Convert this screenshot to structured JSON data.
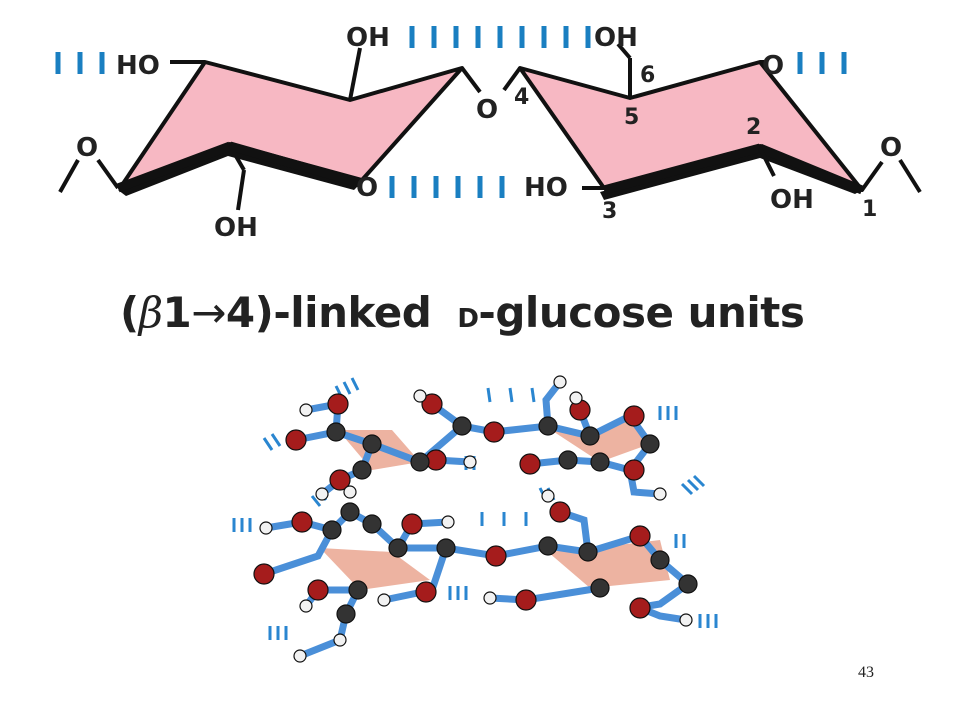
{
  "caption": {
    "open": "(",
    "beta": "β",
    "one": "1",
    "arrow": "→",
    "rest": "4)-linked",
    "d_prefix": "D",
    "glucose": "-glucose units"
  },
  "labels": {
    "oh_left_top": "HO",
    "oh_ring1_top": "OH",
    "oh_ring2_top": "OH",
    "o_ring2_top": "O",
    "o_left_end": "O",
    "o_glyco": "O",
    "o_ring1": "O",
    "oh_ring1_bottom": "OH",
    "ho_ring2": "HO",
    "oh_ring2_bottom": "OH",
    "o_right_end": "O",
    "n1": "1",
    "n2": "2",
    "n3": "3",
    "n4": "4",
    "n5": "5",
    "n6": "6"
  },
  "page_number": "43",
  "colors": {
    "ring_fill": "#f7b8c3",
    "hbond": "#1a7fc1",
    "atom_oxygen": "#a51c1c",
    "atom_carbon": "#333333",
    "atom_hydrogen": "#f2f2f2",
    "bond": "#4a8fd8",
    "ring_face": "#e8a08a"
  }
}
